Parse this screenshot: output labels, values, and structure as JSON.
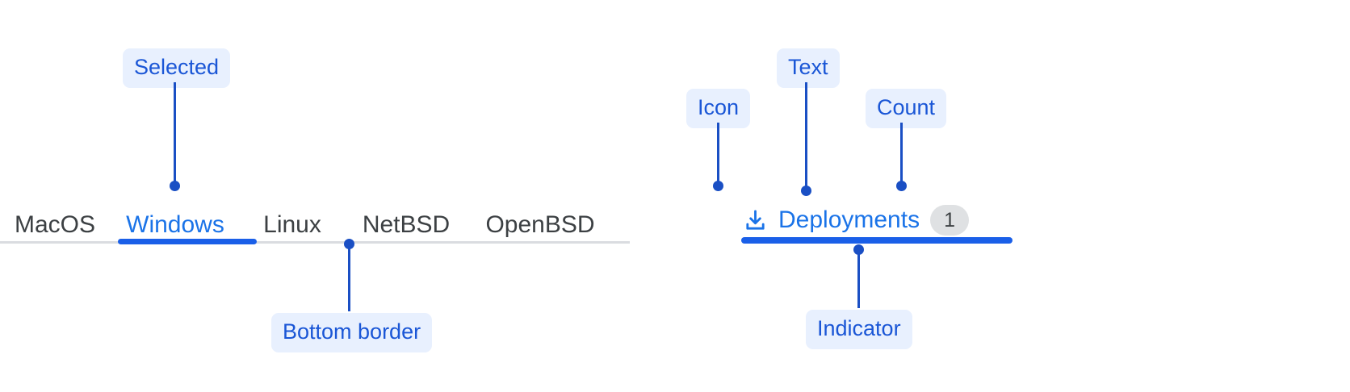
{
  "accent": {
    "blue_link": "#1a73e8",
    "blue_indicator": "#1a5fe8",
    "callout_blue": "#1a4fc4",
    "callout_bg": "#e8f0fe",
    "text_dark": "#3c4043",
    "divider_grey": "#dadce0",
    "badge_grey": "#dfe1e3"
  },
  "left_example": {
    "tabs": [
      {
        "label": "MacOS",
        "selected": false
      },
      {
        "label": "Windows",
        "selected": true
      },
      {
        "label": "Linux",
        "selected": false
      },
      {
        "label": "NetBSD",
        "selected": false
      },
      {
        "label": "OpenBSD",
        "selected": false
      }
    ],
    "annotations": {
      "selected": "Selected",
      "bottom_border": "Bottom border"
    }
  },
  "right_example": {
    "tab": {
      "icon": "download-icon",
      "text": "Deployments",
      "count": "1"
    },
    "annotations": {
      "icon": "Icon",
      "text": "Text",
      "count": "Count",
      "indicator": "Indicator"
    }
  }
}
